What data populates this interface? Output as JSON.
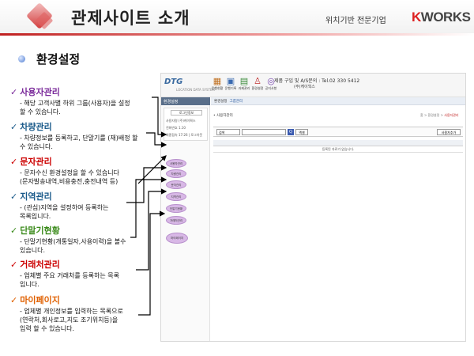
{
  "header": {
    "title": "관제사이트 소개",
    "tagline": "위치기반 전문기업",
    "brand_k": "K",
    "brand_rest": "WORKS",
    "accent": "#c02020"
  },
  "section": {
    "title": "환경설정"
  },
  "items": [
    {
      "title": "사용자관리",
      "desc": [
        "- 해당 고객사별 하위 그룹(사용자)을 설정",
        "  할 수 있습니다."
      ],
      "color": "#7a2a9a"
    },
    {
      "title": "차량관리",
      "desc": [
        "- 차량정보를 등록하고, 단말기를 (재)배정 할",
        "  수 있습니다."
      ],
      "color": "#1a5a8a"
    },
    {
      "title": "문자관리",
      "desc": [
        "- 문자수신 환경설정을 할 수 있습니다",
        "  (문자발송내역,비용충전,충전내역 등)"
      ],
      "color": "#c00000"
    },
    {
      "title": "지역관리",
      "desc": [
        "- (관심)지역을 설정하여 등록하는",
        "  목록입니다."
      ],
      "color": "#1a5a8a"
    },
    {
      "title": "단말기현황",
      "desc": [
        "- 단말기현황(개통일자,사용이력)을 볼수",
        "  있습니다."
      ],
      "color": "#3a8a1a"
    },
    {
      "title": "거래처관리",
      "desc": [
        "- 업체별 주요 거래처를 등록하는 목록",
        "  입니다."
      ],
      "color": "#c00000"
    },
    {
      "title": "마이페이지",
      "desc": [
        "- 업체별 개인정보를 입력하는 목록으로",
        "  (연락처,회사로고,지도 조기위치등)을",
        "  입력 할 수 있습니다."
      ],
      "color": "#e06000"
    }
  ],
  "check_mark": "✓",
  "screenshot": {
    "logo": "DTG",
    "logo_sub": "LOCATION DATA SYSTEM",
    "toolbar": [
      {
        "icon": "folder-icon",
        "glyph": "▦",
        "label": "운행현황"
      },
      {
        "icon": "monitor-icon",
        "glyph": "▣",
        "label": "운행기록"
      },
      {
        "icon": "chart-icon",
        "glyph": "▤",
        "label": "과제관리"
      },
      {
        "icon": "user-icon",
        "glyph": "♙",
        "label": "환경설정"
      },
      {
        "icon": "search-icon",
        "glyph": "◎",
        "label": "공지사항"
      }
    ],
    "phone": "제품 구입 및 A/S문의 : Tel.02 330 5412",
    "company": "(주)케이웍스",
    "sidebar_header": "환경설정",
    "user_box": {
      "title": "로그인정보",
      "row1": "사용자명  (주)케이웍스",
      "row2": "전화번호  1.10",
      "row3": "최종접속 17:26  |  로그아웃"
    },
    "menu": [
      "사용자관리",
      "차량관리",
      "문자관리",
      "지역관리",
      "단말기현황",
      "거래처관리",
      "마이페이지"
    ],
    "main_header": "환경설정",
    "main_tab": "그룹관리",
    "page_label": "• 사용자관리",
    "crumb": "홈 > 환경설정 > ",
    "crumb_current": "사용자관리",
    "select_value": "검색",
    "search_btn": "Q",
    "excel_btn": "엑셀",
    "add_btn": "사용자추가",
    "no_data": "등록된 자료가 없습니다."
  }
}
